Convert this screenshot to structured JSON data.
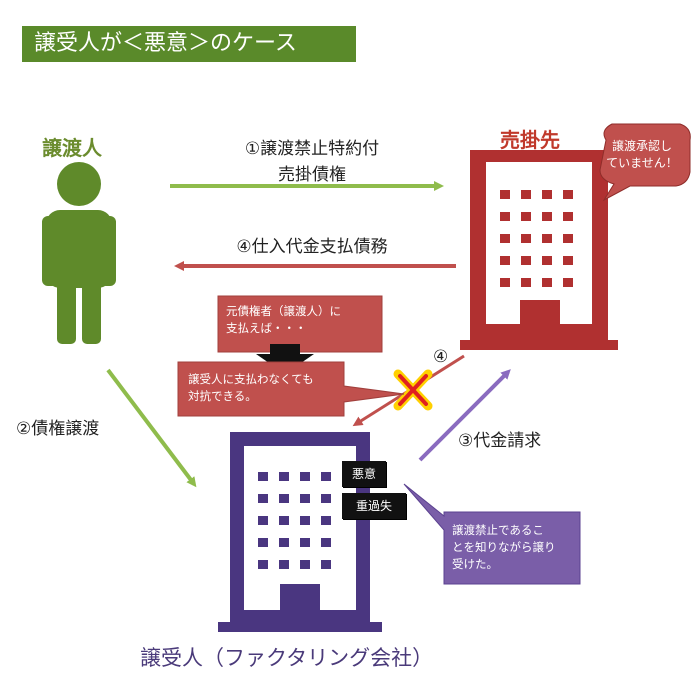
{
  "title": "譲受人が＜悪意＞のケース",
  "labels": {
    "transferor": "譲渡人",
    "seller_customer": "売掛先",
    "transferee": "譲受人（ファクタリング会社）"
  },
  "arrows": {
    "a1_line1": "①譲渡禁止特約付",
    "a1_line2": "売掛債権",
    "a4": "④仕入代金支払債務",
    "a2": "②債権譲渡",
    "a3": "③代金請求",
    "a4_num": "④"
  },
  "callouts": {
    "seller_line1": "譲渡承認し",
    "seller_line2": "ていません！",
    "red1_line1": "元債権者（譲渡人）に",
    "red1_line2": "支払えば・・・",
    "red2_line1": "譲受人に支払わなくても",
    "red2_line2": "対抗できる。",
    "purple_line1": "譲渡禁止であるこ",
    "purple_line2": "とを知りながら譲り",
    "purple_line3": "受けた。"
  },
  "tags": {
    "akui": "悪意",
    "jukashitsu": "重過失"
  },
  "colors": {
    "green": "#6b8c2e",
    "red": "#b03030",
    "purple": "#5b4190",
    "callout_red": "#c0504d",
    "callout_purple": "#7a5ea8"
  }
}
